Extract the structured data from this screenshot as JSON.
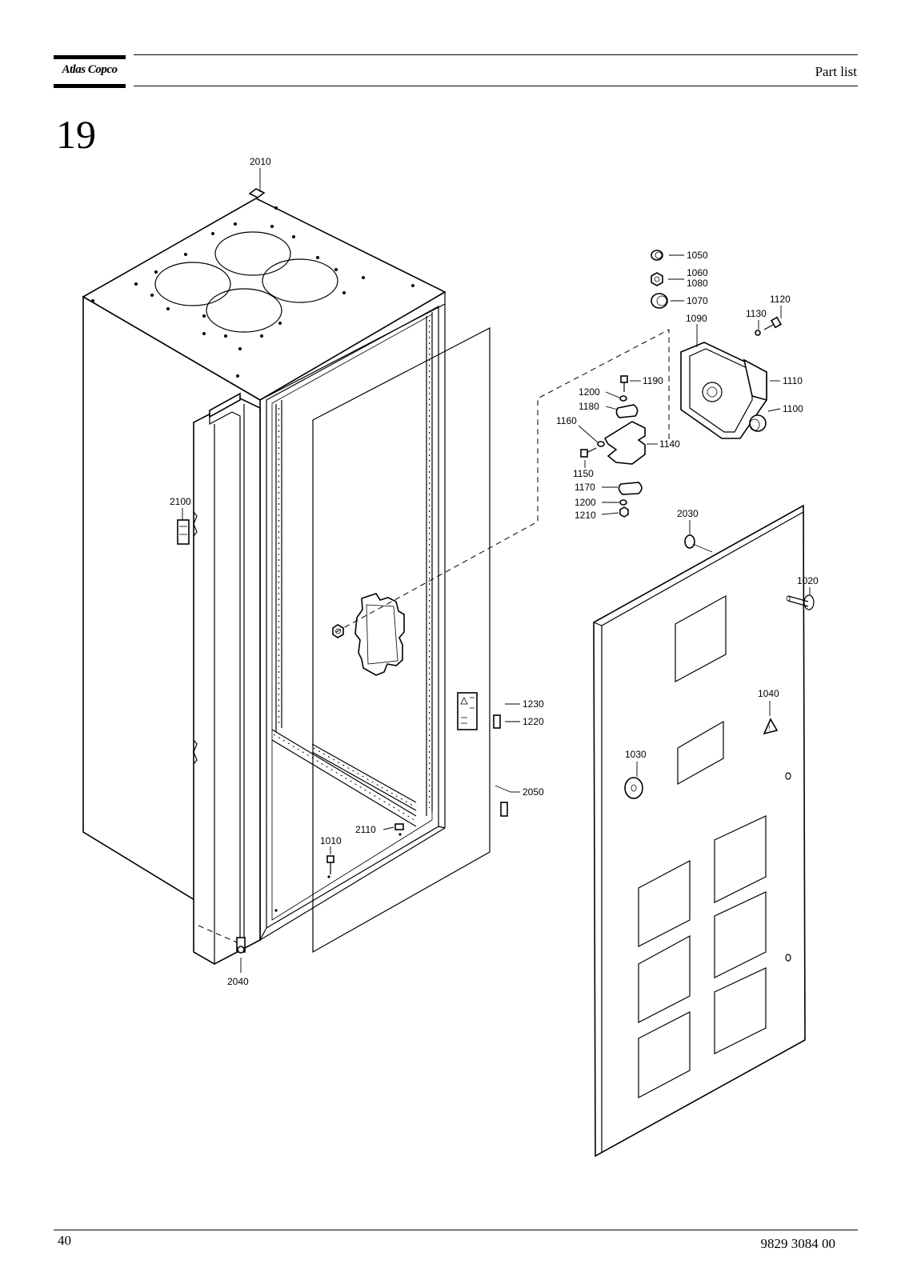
{
  "header": {
    "logo_text": "Atlas Copco",
    "title": "Part list"
  },
  "section_number": "19",
  "footer": {
    "page_number": "40",
    "document_number": "9829 3084 00"
  },
  "diagram": {
    "callouts": {
      "c2010": "2010",
      "c1050": "1050",
      "c1060": "1060",
      "c1080": "1080",
      "c1070": "1070",
      "c1120": "1120",
      "c1130": "1130",
      "c1090": "1090",
      "c1190": "1190",
      "c1110": "1110",
      "c1200a": "1200",
      "c1180": "1180",
      "c1100": "1100",
      "c1160": "1160",
      "c1140": "1140",
      "c1150": "1150",
      "c1170": "1170",
      "c1200b": "1200",
      "c1210": "1210",
      "c2030": "2030",
      "c2100": "2100",
      "c1020": "1020",
      "c1040": "1040",
      "c1230": "1230",
      "c1220": "1220",
      "c1030": "1030",
      "c2050": "2050",
      "c2110": "2110",
      "c1010": "1010",
      "c2040": "2040"
    }
  }
}
